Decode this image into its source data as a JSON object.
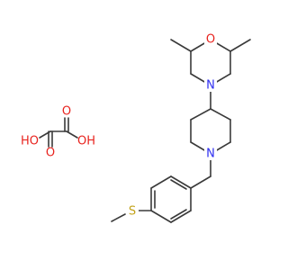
{
  "colors": {
    "bond": "#3a3a3a",
    "oxygen": "#e8231e",
    "nitrogen": "#2e2ef0",
    "sulfur": "#c2a21a"
  },
  "labels": {
    "morpholine_o": "O",
    "morpholine_n": "N",
    "piperidine_n": "N",
    "thioether_s": "S",
    "oxalic_ho": "HO",
    "oxalic_oh": "OH",
    "oxalic_o_top": "O",
    "oxalic_o_bottom": "O"
  }
}
